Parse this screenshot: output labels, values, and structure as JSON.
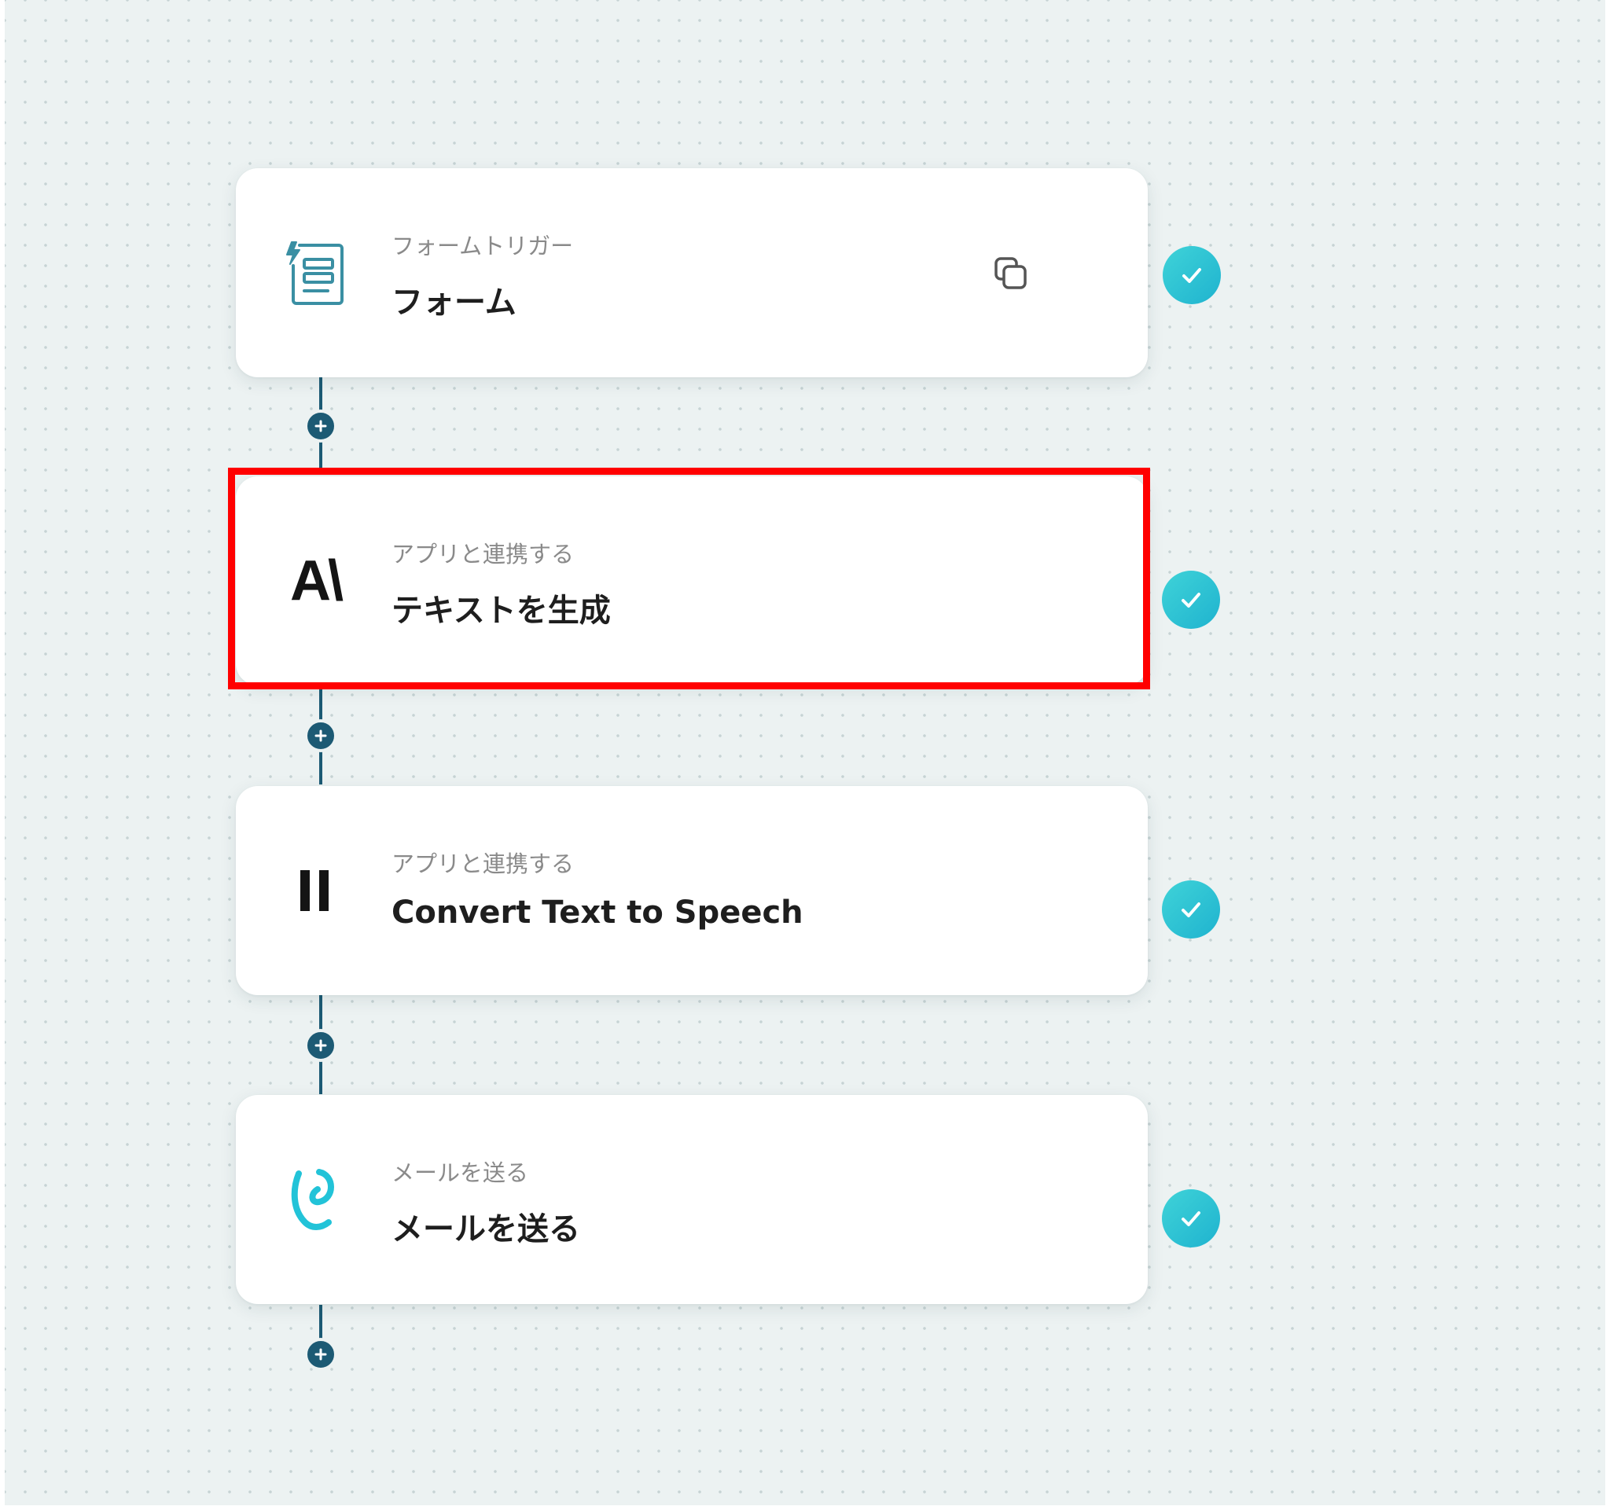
{
  "workflow": {
    "steps": [
      {
        "subtitle": "フォームトリガー",
        "title": "フォーム",
        "icon": "form-trigger-icon",
        "has_copy": true,
        "status": "completed"
      },
      {
        "subtitle": "アプリと連携する",
        "title": "テキストを生成",
        "icon": "anthropic-logo-icon",
        "logo_text": "A\\",
        "highlighted": true,
        "status": "completed"
      },
      {
        "subtitle": "アプリと連携する",
        "title": "Convert Text to Speech",
        "icon": "elevenlabs-logo-icon",
        "logo_text": "II",
        "status": "completed"
      },
      {
        "subtitle": "メールを送る",
        "title": "メールを送る",
        "icon": "mail-logo-icon",
        "status": "completed"
      }
    ],
    "colors": {
      "canvas": "#ecf2f2",
      "connector": "#1c5a74",
      "status_check": "#2cc3d4",
      "highlight": "#ff0000",
      "form_icon": "#3a8fa3",
      "mail_icon": "#22c3d8"
    }
  }
}
